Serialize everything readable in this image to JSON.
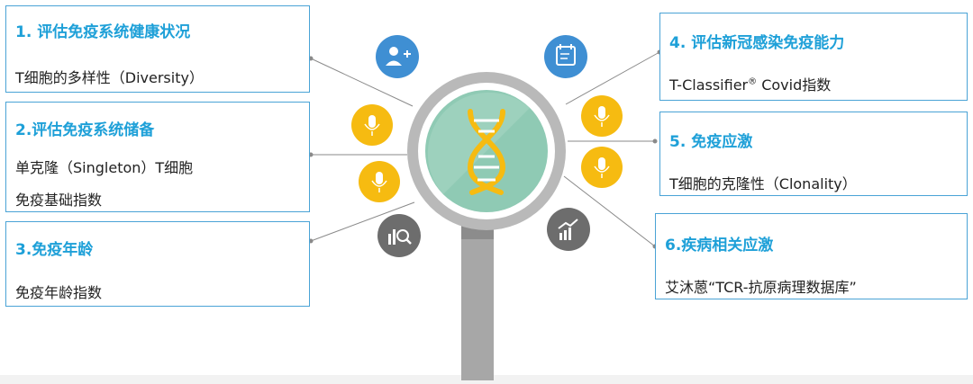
{
  "boxes": [
    {
      "title": "1.  评估免疫系统健康状况",
      "lines": [
        "T细胞的多样性（Diversity）"
      ]
    },
    {
      "title": "2.评估免疫系统储备",
      "lines": [
        "单克隆（Singleton）T细胞",
        "免疫基础指数"
      ]
    },
    {
      "title": "3.免疫年龄",
      "lines": [
        "免疫年龄指数"
      ]
    },
    {
      "title": "4. 评估新冠感染免疫能力",
      "lines": [
        "T-Classifier",
        "Covid指数"
      ],
      "mark": "®"
    },
    {
      "title": "5. 免疫应激",
      "lines": [
        "T细胞的克隆性（Clonality）"
      ]
    },
    {
      "title": "6.疾病相关应激",
      "lines": [
        "艾沐蒽“TCR-抗原病理数据库”"
      ]
    }
  ],
  "icons": {
    "blue": [
      "person-add-icon",
      "calendar-list-icon"
    ],
    "yellow": [
      "microphone-icon",
      "microphone-icon",
      "microphone-icon",
      "microphone-icon"
    ],
    "gray": [
      "chart-magnifier-icon",
      "trend-chart-icon"
    ]
  },
  "colors": {
    "title_blue": "#1ea0d8",
    "border_blue": "#4aa3d6",
    "icon_blue": "#3f8fd3",
    "icon_yellow": "#f6bb11",
    "icon_gray": "#6d6d6d",
    "lens_ring": "#b9b9b9",
    "lens_fill": "#8fcab4",
    "handle": "#a7a7a7"
  }
}
